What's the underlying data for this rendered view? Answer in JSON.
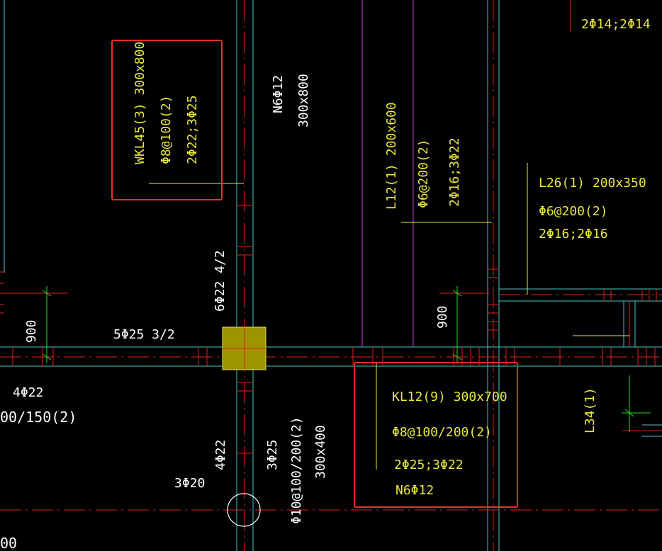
{
  "colors": {
    "background": "#000000",
    "annotation_text": "#e8e83a",
    "white_text": "#ffffff",
    "axis_red": "#e02020",
    "beam_cyan": "#3fc8c8",
    "wall_cyan": "#4fd8d8",
    "magenta": "#c040e0",
    "dim_green": "#20e020",
    "column_fill": "#9c9400",
    "highlight_box": "#ff2a2a"
  },
  "labels": {
    "wkl45": {
      "line1": "WKL45(3) 300x800",
      "line2": "Φ8@100(2)",
      "line3": "2Φ22;3Φ25"
    },
    "n6_top": {
      "line1": "N6Φ12",
      "line2": "300x800"
    },
    "l12": {
      "line1": "L12(1) 200x600",
      "line2": "Φ6@200(2)",
      "line3": "2Φ16;3Φ22"
    },
    "l26": {
      "line1": "L26(1) 200x350",
      "line2": "Φ6@200(2)",
      "line3": "2Φ16;2Φ16"
    },
    "top_right": "2Φ14;2Φ14",
    "kl12": {
      "line1": "KL12(9) 300x700",
      "line2": "Φ8@100/200(2)",
      "line3": "2Φ25;3Φ22",
      "line4": "N6Φ12"
    },
    "dim_left": "900",
    "dim_mid": "900",
    "rebar_5phi25": "5Φ25 3/2",
    "rebar_6phi22": "6Φ22 4/2",
    "rebar_4phi22_left": "4Φ22",
    "rebar_00_150": "00/150(2)",
    "rebar_4phi22_vert": "4Φ22",
    "rebar_3phi25": "3Φ25",
    "rebar_phi10": "Φ10@100/200(2)",
    "size_300x400": "300x400",
    "rebar_3phi20": "3Φ20",
    "l34": "L34(1)",
    "bottom_left": "00"
  }
}
